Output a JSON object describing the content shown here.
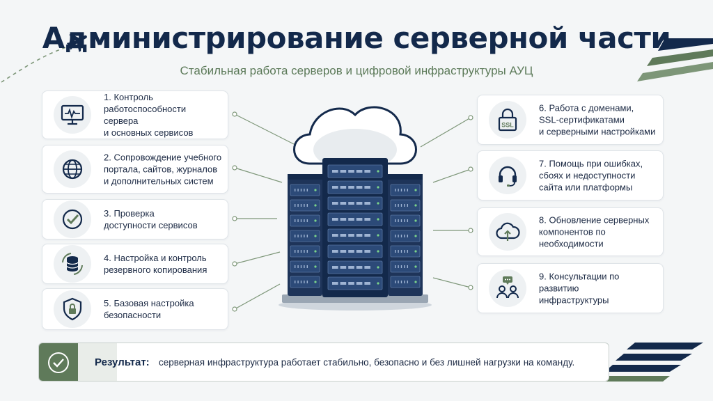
{
  "header": {
    "title": "Администрирование серверной части",
    "subtitle": "Стабильная работа серверов и цифровой инфраструктуры АУЦ"
  },
  "left_items": [
    {
      "text": "1. Контроль\nработоспособности сервера\nи основных сервисов",
      "icon": "monitor-pulse-icon"
    },
    {
      "text": "2. Сопровождение учебного\nпортала, сайтов, журналов\nи дополнительных систем",
      "icon": "globe-icon"
    },
    {
      "text": "3. Проверка\nдоступности сервисов",
      "icon": "checkmark-circle-icon"
    },
    {
      "text": "4. Настройка и контроль\nрезервного копирования",
      "icon": "database-backup-icon"
    },
    {
      "text": "5. Базовая настройка\nбезопасности",
      "icon": "shield-lock-icon"
    }
  ],
  "right_items": [
    {
      "text": "6. Работа с доменами,\nSSL-сертификатами\nи серверными настройками",
      "icon": "ssl-lock-icon",
      "icon_label": "SSL"
    },
    {
      "text": "7. Помощь при ошибках,\nсбоях и недоступности\nсайта или платформы",
      "icon": "headset-icon"
    },
    {
      "text": "8. Обновление серверных\nкомпонентов по\nнеобходимости",
      "icon": "cloud-upload-icon"
    },
    {
      "text": "9. Консультации по развитию\nинфраструктуры",
      "icon": "people-chat-icon"
    }
  ],
  "result": {
    "label": "Результат:",
    "text": "серверная инфраструктура работает стабильно, безопасно и без лишней нагрузки на команду."
  },
  "colors": {
    "navy": "#13294b",
    "green": "#5f7a5a",
    "light_green": "#7d9678",
    "background": "#f4f6f7"
  }
}
